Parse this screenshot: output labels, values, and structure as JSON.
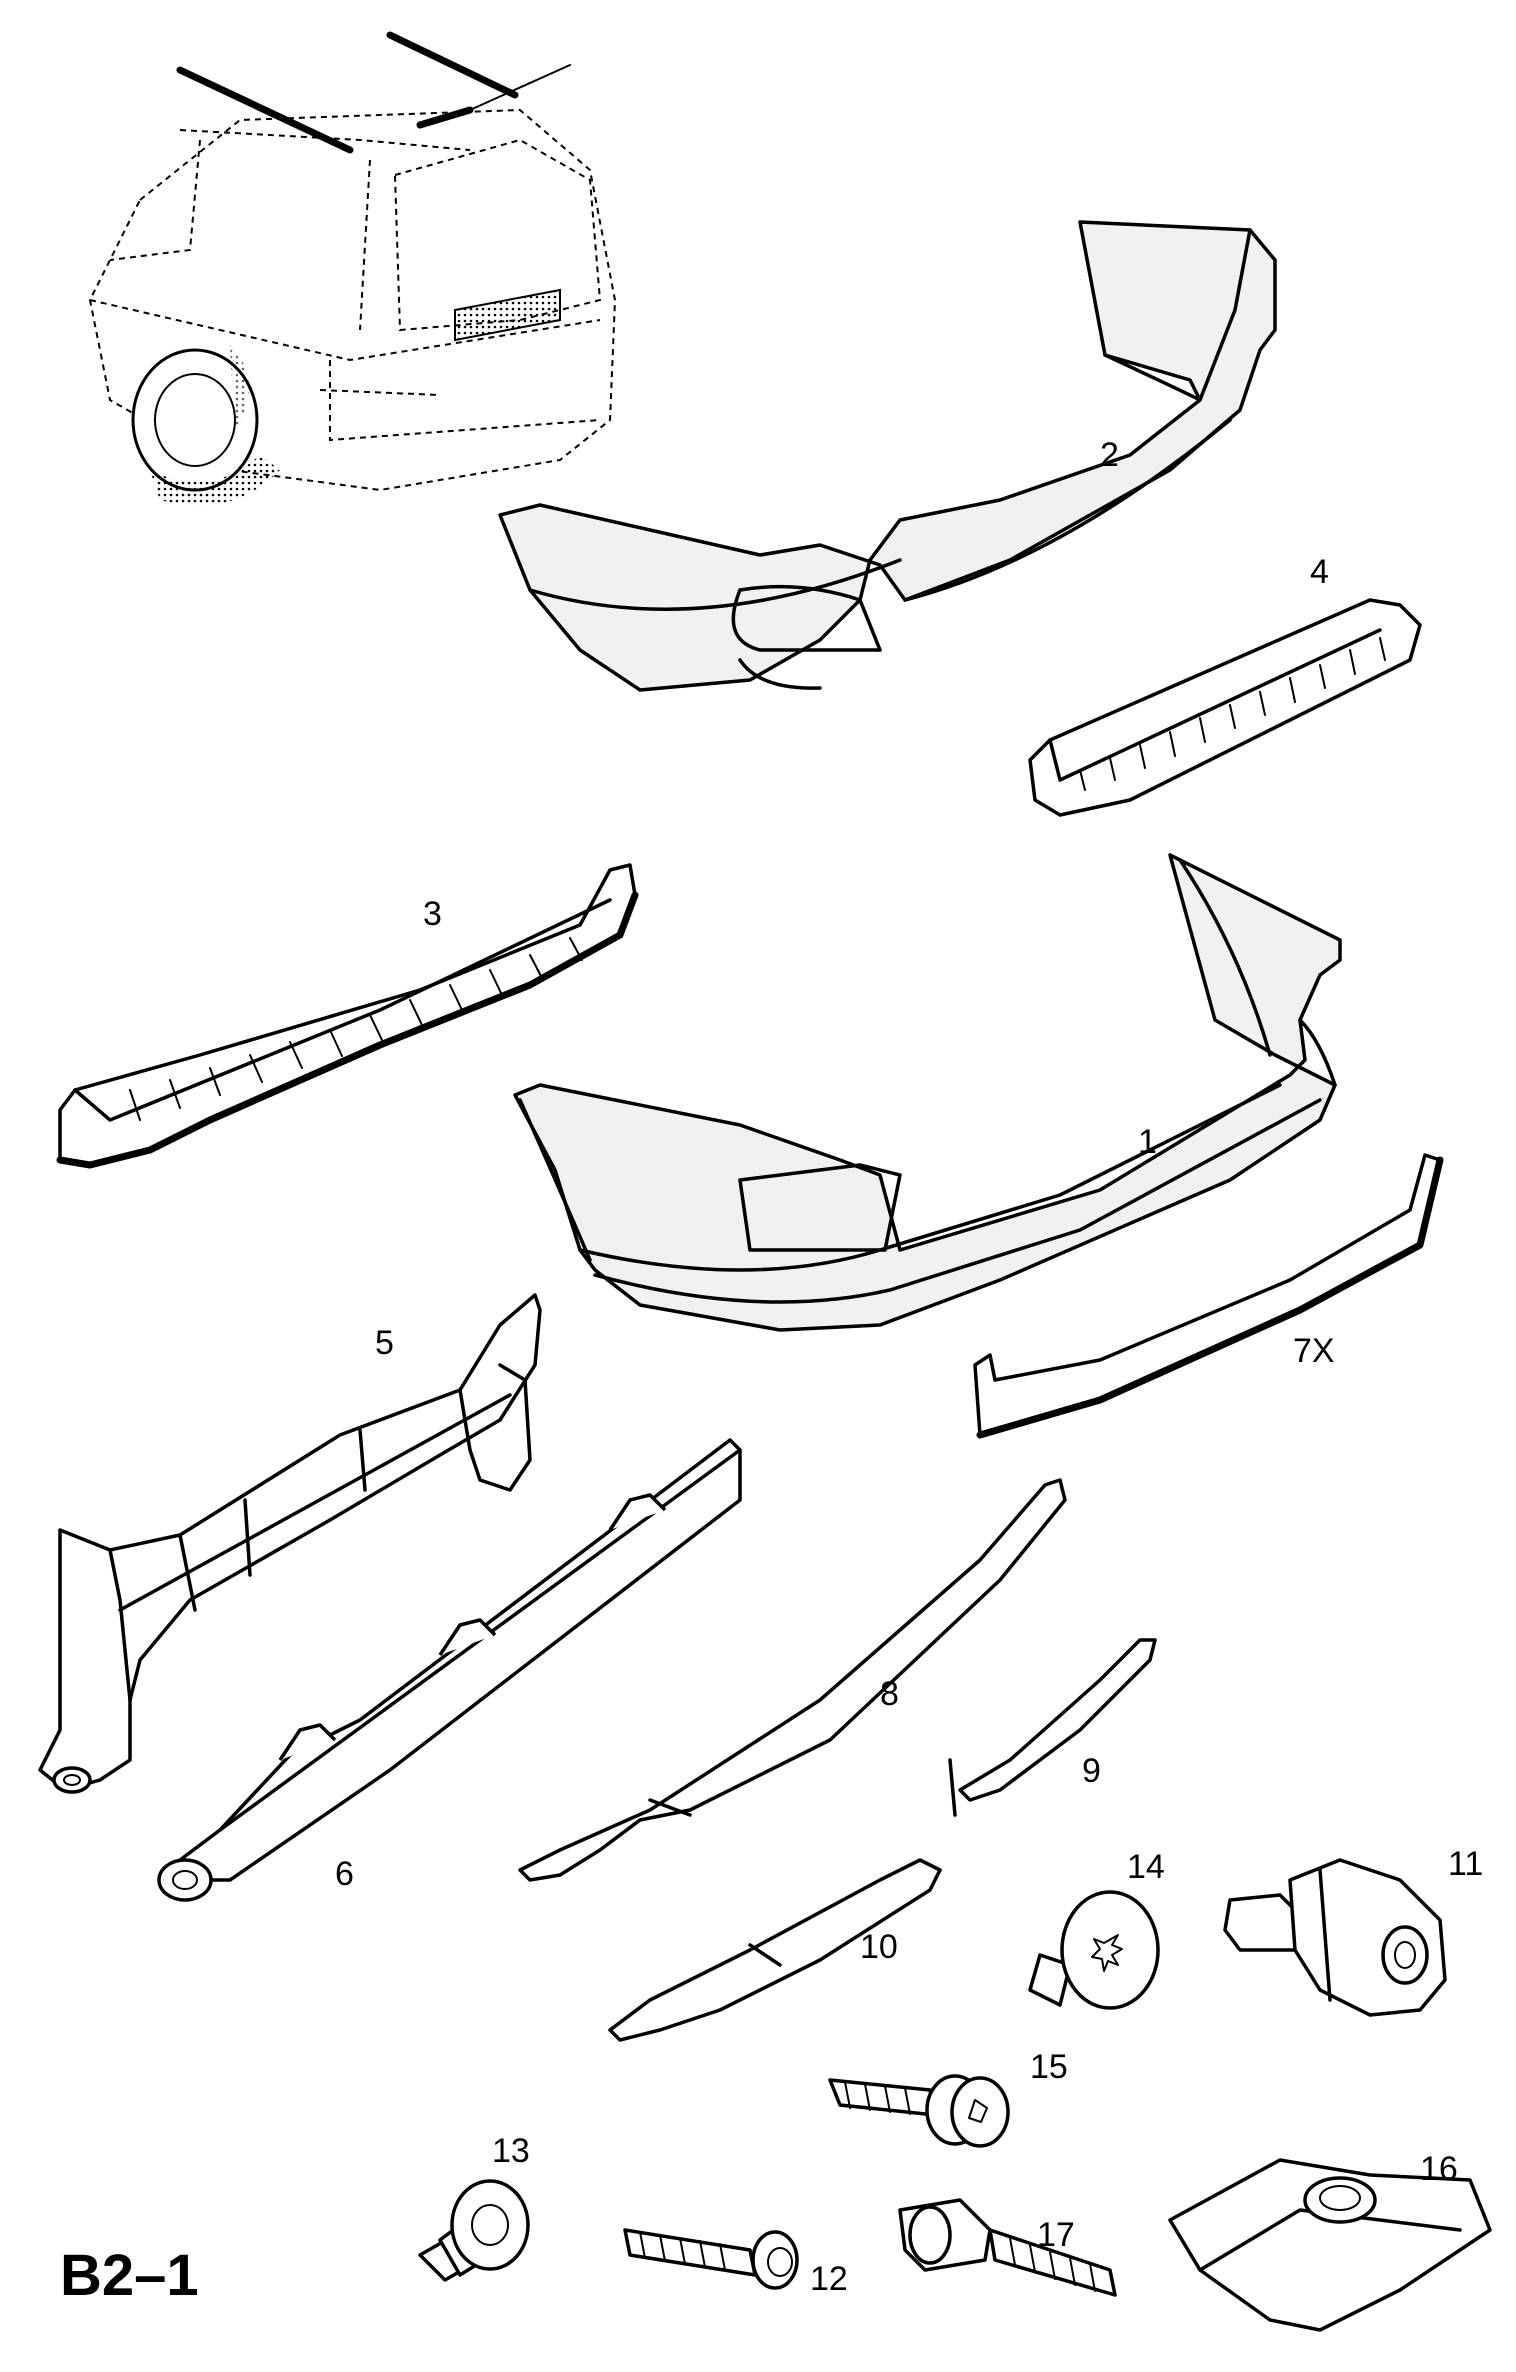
{
  "diagram_code": "B2–1",
  "callouts": {
    "c1": "1",
    "c2": "2",
    "c3": "3",
    "c4": "4",
    "c5": "5",
    "c6": "6",
    "c7x": "7X",
    "c8": "8",
    "c9": "9",
    "c10": "10",
    "c11": "11",
    "c12": "12",
    "c13": "13",
    "c14": "14",
    "c15": "15",
    "c16": "16",
    "c17": "17"
  }
}
